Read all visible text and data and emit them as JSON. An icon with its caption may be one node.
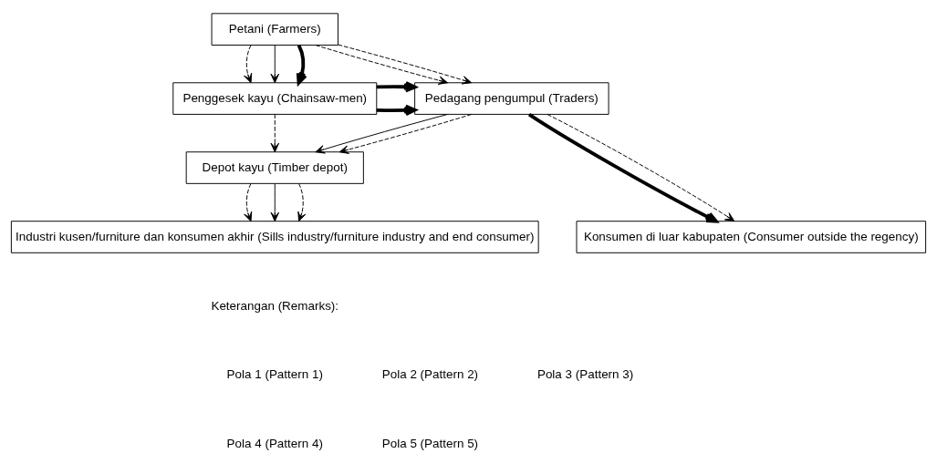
{
  "diagram": {
    "nodes": [
      {
        "text": [
          "Petani (Farmers)"
        ]
      },
      {
        "text": [
          "Penggesek kayu (Chainsaw-men)"
        ]
      },
      {
        "text": [
          "Pedagang pengumpul (Traders)"
        ]
      },
      {
        "text": [
          "Depot kayu (Timber depot)"
        ]
      },
      {
        "text": [
          "Industri kusen/furniture dan konsumen akhir (Sills industry/furniture industry and end consumer)"
        ]
      },
      {
        "text": [
          "Konsumen di luar kabupaten (Consumer outside the regency)"
        ]
      }
    ],
    "edges": [
      {
        "from": 0,
        "to": 1,
        "arrow": "to",
        "style": "dashed"
      },
      {
        "from": 0,
        "to": 1,
        "arrow": "to"
      },
      {
        "from": 0,
        "to": 1,
        "arrow": "to",
        "style": "thick"
      },
      {
        "from": 0,
        "to": 2,
        "arrow": "to",
        "style": "dashed"
      },
      {
        "from": 0,
        "to": 2,
        "arrow": "to",
        "style": "dashed"
      },
      {
        "from": 1,
        "to": 2,
        "arrow": "to",
        "style": "thick"
      },
      {
        "from": 1,
        "to": 2,
        "arrow": "to",
        "style": "thick"
      },
      {
        "from": 1,
        "to": 3,
        "arrow": "to",
        "style": "dashed"
      },
      {
        "from": 2,
        "to": 3,
        "arrow": "to"
      },
      {
        "from": 2,
        "to": 3,
        "arrow": "to",
        "style": "dashed"
      },
      {
        "from": 2,
        "to": 5,
        "arrow": "to",
        "style": "thick"
      },
      {
        "from": 2,
        "to": 5,
        "arrow": "to",
        "style": "dashed"
      },
      {
        "from": 3,
        "to": 4,
        "arrow": "to",
        "style": "dashed"
      },
      {
        "from": 3,
        "to": 4,
        "arrow": "to"
      },
      {
        "from": 3,
        "to": 4,
        "arrow": "to",
        "style": "dashed"
      }
    ],
    "labels": [
      "Keterangan (Remarks):"
    ],
    "legend": [
      {
        "text": "Pola 1 (Pattern 1)"
      },
      {
        "text": "Pola 2 (Pattern 2)"
      },
      {
        "text": "Pola 3 (Pattern 3)"
      },
      {
        "text": "Pola 4 (Pattern 4)"
      },
      {
        "text": "Pola 5 (Pattern 5)"
      }
    ]
  }
}
